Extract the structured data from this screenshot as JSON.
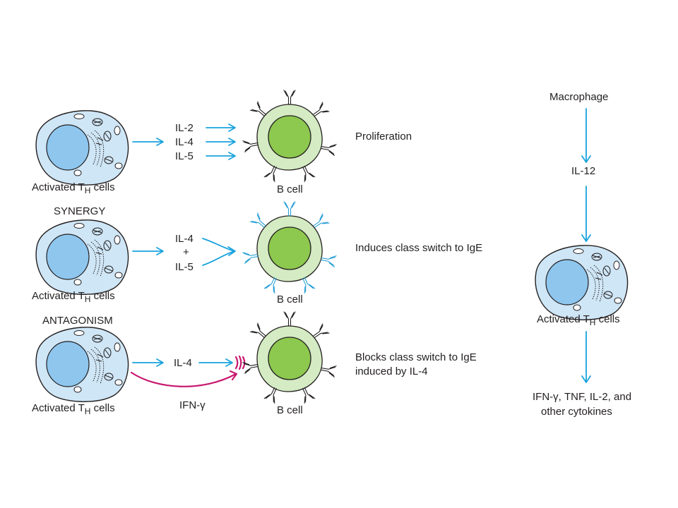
{
  "diagram": {
    "rows": [
      {
        "heading": "",
        "th_label": {
          "prefix": "Activated T",
          "sub": "H",
          "suffix": " cells"
        },
        "cytokines": [
          "IL-2",
          "IL-4",
          "IL-5"
        ],
        "b_cell_label": "B cell",
        "outcome_lines": [
          "Proliferation"
        ]
      },
      {
        "heading": "SYNERGY",
        "th_label": {
          "prefix": "Activated T",
          "sub": "H",
          "suffix": " cells"
        },
        "cytokines": [
          "IL-4",
          "+",
          "IL-5"
        ],
        "b_cell_label": "B cell",
        "outcome_lines": [
          "Induces class switch to IgE"
        ]
      },
      {
        "heading": "ANTAGONISM",
        "th_label": {
          "prefix": "Activated T",
          "sub": "H",
          "suffix": " cells"
        },
        "cytokines": [
          "IL-4"
        ],
        "inhibitor": "IFN-γ",
        "b_cell_label": "B cell",
        "outcome_lines": [
          "Blocks class switch to IgE",
          "induced by IL-4"
        ]
      }
    ],
    "right_pathway": {
      "source": "Macrophage",
      "cytokine": "IL-12",
      "th_label": {
        "prefix": "Activated T",
        "sub": "H",
        "suffix": " cells"
      },
      "products_lines": [
        "IFN-γ, TNF, IL-2, and",
        "other cytokines"
      ]
    },
    "colors": {
      "arrow_blue": "#1aa3dd",
      "arrow_magenta": "#c8186f",
      "th_cell_fill": "#cfe6f6",
      "th_nucleus": "#8ec6ee",
      "b_cell_outer": "#d4ebc3",
      "b_cell_inner": "#8dc84f",
      "ige_antibody": "#2aa0d6"
    }
  }
}
